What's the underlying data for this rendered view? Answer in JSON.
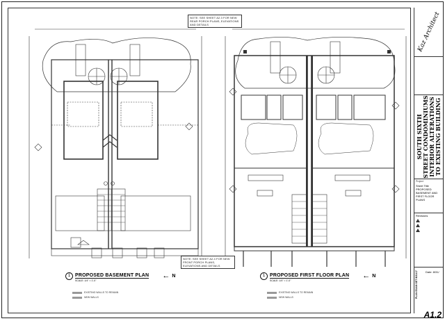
{
  "notes": {
    "rear_porch": "NOTE: SEE SHEET A2.3 FOR NEW REAR PORCH PLANS, ELEVATIONS AND DETAILS",
    "front_porch": "NOTE: SEE SHEET A2.4 FOR NEW FRONT PORCH PLANS, ELEVATIONS AND DETAILS"
  },
  "plans": [
    {
      "number": "1",
      "title": "PROPOSED BASEMENT PLAN",
      "scale": "SCALE: 1/4\" = 1'-0\"",
      "north": "N"
    },
    {
      "number": "1",
      "title": "PROPOSED FIRST FLOOR PLAN",
      "scale": "SCALE: 1/4\" = 1'-0\"",
      "north": "N"
    }
  ],
  "legend": {
    "items": [
      "EXISTING WALLS TO REMAIN",
      "NEW WALLS"
    ]
  },
  "title_block": {
    "logo_text": "Kaz Architect",
    "project_name_lines": [
      "SOUTH SIXTH",
      "STREET CONDOMINIUMS",
      "INTERIOR ALTERATIONS",
      "TO EXISTING BUILDING"
    ],
    "project_label": "Project",
    "sheet_title_label": "Sheet Title",
    "sheet_title": "PROPOSED BASEMENT AND FIRST FLOOR PLANS",
    "revisions_label": "Revisions",
    "plan_exam_set": "PLAN EXAM SET 8/31/17",
    "date_label": "Date:",
    "date_value": "8/31/",
    "sheet_number": "A1.2"
  }
}
